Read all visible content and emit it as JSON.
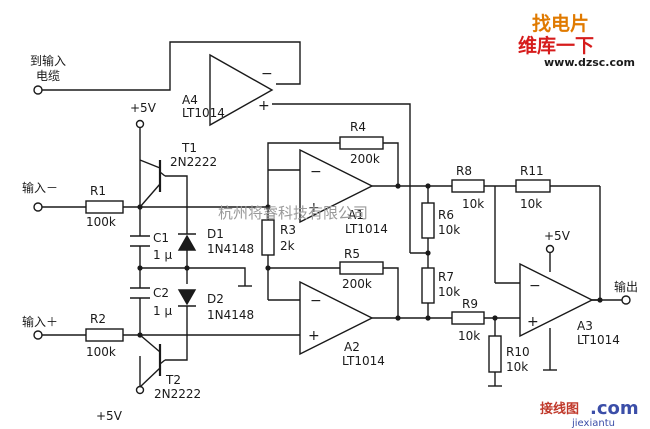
{
  "labels": {
    "to_input_cable_1": "到输入",
    "to_input_cable_2": "电缆",
    "input_minus": "输入－",
    "input_plus": "输入＋",
    "output": "输出",
    "v5_top": "+5V",
    "v5_bottom": "+5V",
    "v5_a3": "+5V"
  },
  "components": {
    "a4": {
      "ref": "A4",
      "part": "LT1014",
      "minus": "−",
      "plus": "+"
    },
    "a1": {
      "ref": "A1",
      "part": "LT1014",
      "minus": "−",
      "plus": "+"
    },
    "a2": {
      "ref": "A2",
      "part": "LT1014",
      "minus": "−",
      "plus": "+"
    },
    "a3": {
      "ref": "A3",
      "part": "LT1014",
      "minus": "−",
      "plus": "+"
    },
    "t1": {
      "ref": "T1",
      "part": "2N2222"
    },
    "t2": {
      "ref": "T2",
      "part": "2N2222"
    },
    "r1": {
      "ref": "R1",
      "value": "100k"
    },
    "r2": {
      "ref": "R2",
      "value": "100k"
    },
    "r3": {
      "ref": "R3",
      "value": "2k"
    },
    "r4": {
      "ref": "R4",
      "value": "200k"
    },
    "r5": {
      "ref": "R5",
      "value": "200k"
    },
    "r6": {
      "ref": "R6",
      "value": "10k"
    },
    "r7": {
      "ref": "R7",
      "value": "10k"
    },
    "r8": {
      "ref": "R8",
      "value": "10k"
    },
    "r9": {
      "ref": "R9",
      "value": "10k"
    },
    "r10": {
      "ref": "R10",
      "value": "10k"
    },
    "r11": {
      "ref": "R11",
      "value": "10k"
    },
    "c1": {
      "ref": "C1",
      "value": "1 μ"
    },
    "c2": {
      "ref": "C2",
      "value": "1 μ"
    },
    "d1": {
      "ref": "D1",
      "part": "1N4148"
    },
    "d2": {
      "ref": "D2",
      "part": "1N4148"
    }
  },
  "watermark": "杭州将睿科技有限公司",
  "logo": {
    "line1": "找电片",
    "line2": "维库一下",
    "url": "www.dzsc.com"
  },
  "site_mark": {
    "brand": "接线图",
    "dot": ".com",
    "domain": "jiexiantu"
  }
}
